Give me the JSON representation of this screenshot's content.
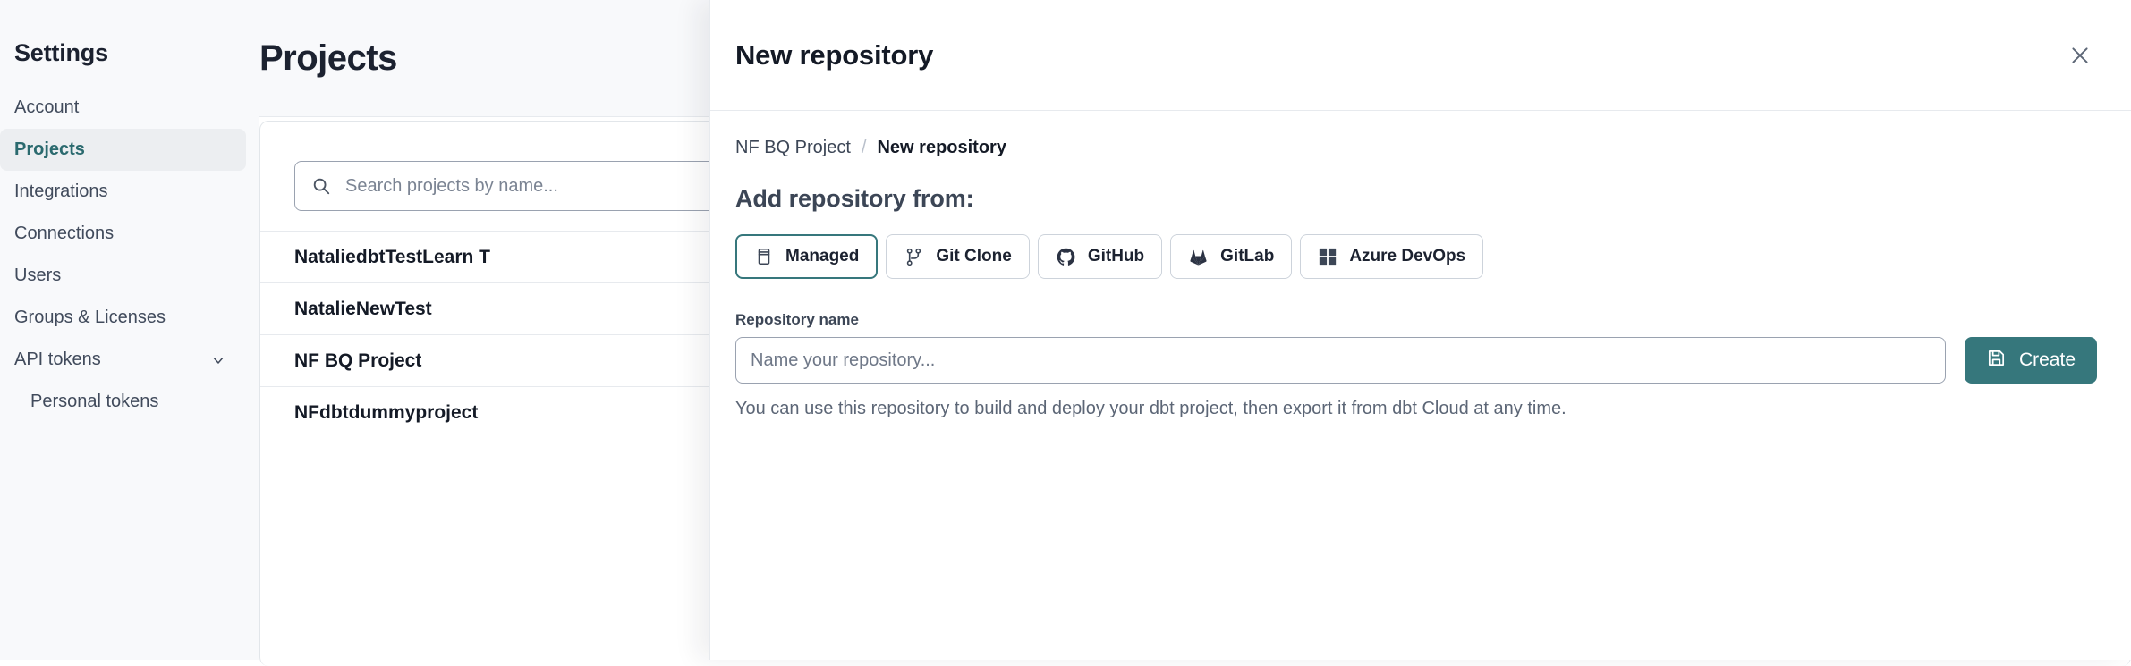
{
  "sidebar": {
    "title": "Settings",
    "items": [
      {
        "label": "Account",
        "active": false,
        "sub": false,
        "chevron": false
      },
      {
        "label": "Projects",
        "active": true,
        "sub": false,
        "chevron": false
      },
      {
        "label": "Integrations",
        "active": false,
        "sub": false,
        "chevron": false
      },
      {
        "label": "Connections",
        "active": false,
        "sub": false,
        "chevron": false
      },
      {
        "label": "Users",
        "active": false,
        "sub": false,
        "chevron": false
      },
      {
        "label": "Groups & Licenses",
        "active": false,
        "sub": false,
        "chevron": false
      },
      {
        "label": "API tokens",
        "active": false,
        "sub": false,
        "chevron": true
      },
      {
        "label": "Personal tokens",
        "active": false,
        "sub": true,
        "chevron": false
      }
    ]
  },
  "page": {
    "title": "Projects",
    "search": {
      "placeholder": "Search projects by name...",
      "value": "",
      "icon": "search-icon"
    },
    "projects": [
      {
        "name": "NataliedbtTestLearn T"
      },
      {
        "name": "NatalieNewTest"
      },
      {
        "name": "NF BQ Project"
      },
      {
        "name": "NFdbtdummyproject"
      }
    ]
  },
  "modal": {
    "title": "New repository",
    "close_icon": "close-icon",
    "breadcrumb": {
      "parent": "NF BQ Project",
      "separator": "/",
      "current": "New repository"
    },
    "section_heading": "Add repository from:",
    "sources": [
      {
        "label": "Managed",
        "icon": "database-icon",
        "selected": true
      },
      {
        "label": "Git Clone",
        "icon": "git-branch-icon",
        "selected": false
      },
      {
        "label": "GitHub",
        "icon": "github-icon",
        "selected": false
      },
      {
        "label": "GitLab",
        "icon": "gitlab-icon",
        "selected": false
      },
      {
        "label": "Azure DevOps",
        "icon": "azure-devops-icon",
        "selected": false
      }
    ],
    "repo_name": {
      "label": "Repository name",
      "placeholder": "Name your repository...",
      "value": ""
    },
    "help_text": "You can use this repository to build and deploy your dbt project, then export it from dbt Cloud at any time.",
    "create_button": {
      "label": "Create",
      "icon": "save-icon"
    }
  },
  "colors": {
    "accent": "#36777c",
    "accent_text": "#2b6a6f",
    "page_bg": "#f8f9fb",
    "border": "#e7eaee",
    "text": "#1c2230"
  }
}
